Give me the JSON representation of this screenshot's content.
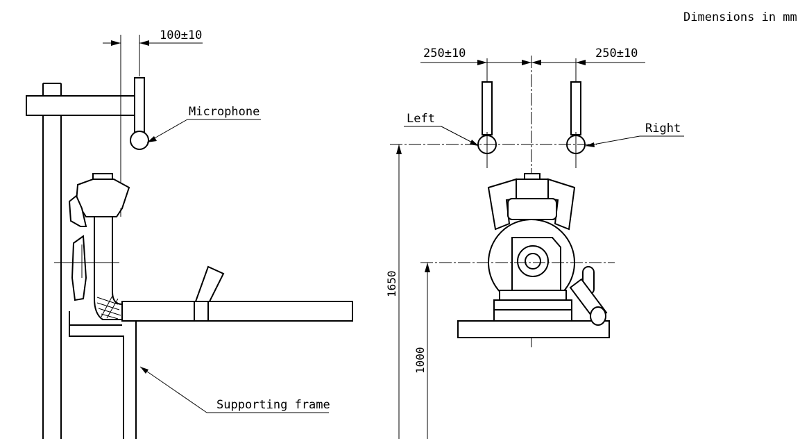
{
  "header": {
    "units_note": "Dimensions in mm"
  },
  "side_view": {
    "dim_offset": "100±10",
    "label_microphone": "Microphone",
    "label_frame": "Supporting frame"
  },
  "front_view": {
    "dim_left_spacing": "250±10",
    "dim_right_spacing": "250±10",
    "label_left": "Left",
    "label_right": "Right",
    "dim_mic_height": "1650",
    "dim_axis_height": "1000"
  }
}
